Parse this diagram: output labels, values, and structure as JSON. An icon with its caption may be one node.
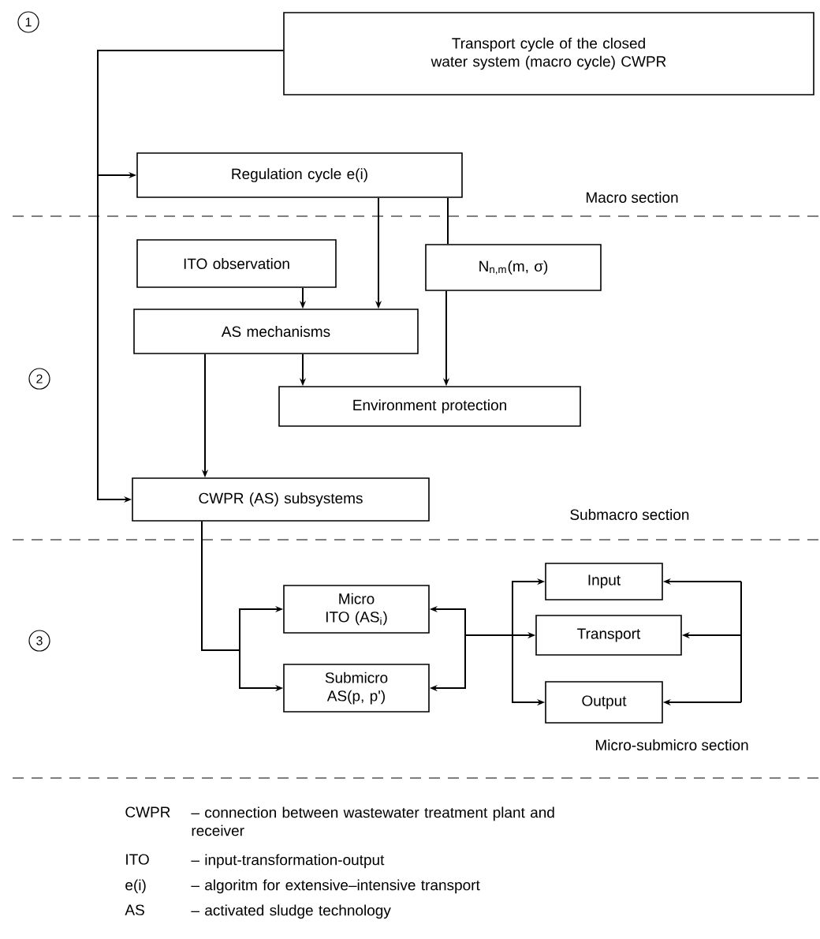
{
  "diagram": {
    "nodes": [
      {
        "text": [
          "Transport cycle of the closed water system (macro cycle) CWPR"
        ]
      },
      {
        "text": [
          "Regulation cycle e(i)"
        ]
      },
      {
        "text": [
          "ITO observation"
        ]
      },
      {
        "text": [
          "N$_{n,m}$(m, σ)"
        ]
      },
      {
        "text": [
          "AS mechanisms"
        ]
      },
      {
        "text": [
          "Environment protection"
        ]
      },
      {
        "text": [
          "CWPR (AS) subsystems"
        ]
      },
      {
        "text": [
          "Micro ITO (AS$_{i}$)"
        ]
      },
      {
        "text": [
          "Submicro AS(p, p')"
        ]
      },
      {
        "text": [
          "Input"
        ]
      },
      {
        "text": [
          "Transport"
        ]
      },
      {
        "text": [
          "Output"
        ]
      }
    ],
    "edges": [
      {
        "from": 0,
        "to": 1,
        "arrow": "to"
      },
      {
        "from": 0,
        "to": 6,
        "arrow": "to"
      },
      {
        "from": 1,
        "to": 4,
        "arrow": "to"
      },
      {
        "from": 1,
        "to": 3,
        "arrow": "none"
      },
      {
        "from": 2,
        "to": 4,
        "arrow": "to"
      },
      {
        "from": 4,
        "to": 5,
        "arrow": "to"
      },
      {
        "from": 3,
        "to": 5,
        "arrow": "to"
      },
      {
        "from": 4,
        "to": 6,
        "arrow": "to"
      },
      {
        "from": 6,
        "to": 7,
        "arrow": "to"
      },
      {
        "from": 6,
        "to": 8,
        "arrow": "to"
      },
      {
        "from": 7,
        "to": 9,
        "arrow": "both"
      },
      {
        "from": 7,
        "to": 10,
        "arrow": "both"
      },
      {
        "from": 7,
        "to": 11,
        "arrow": "both"
      },
      {
        "from": 8,
        "to": 9,
        "arrow": "both"
      },
      {
        "from": 8,
        "to": 10,
        "arrow": "both"
      },
      {
        "from": 8,
        "to": 11,
        "arrow": "both"
      },
      {
        "from": null,
        "to": 9,
        "arrow": "to"
      },
      {
        "from": null,
        "to": 10,
        "arrow": "to"
      },
      {
        "from": null,
        "to": 11,
        "arrow": "to"
      }
    ],
    "labels": [
      "1",
      "Macro section",
      "2",
      "Submacro section",
      "3",
      "Micro-submicro section",
      "CWPR",
      "– connection between wastewater treatment plant and receiver",
      "ITO",
      "– input-transformation-output",
      "e(i)",
      "– algoritm for extensive–intensive transport",
      "AS",
      "– activated sludge technology"
    ]
  }
}
